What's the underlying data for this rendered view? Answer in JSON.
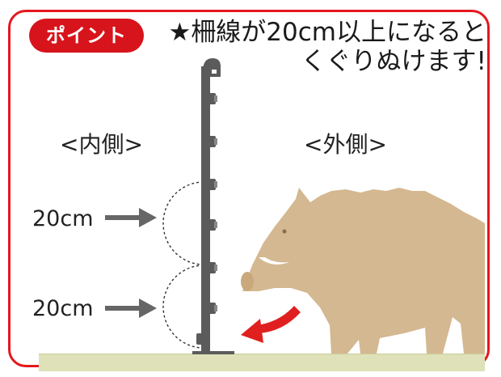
{
  "badge": {
    "label": "ポイント"
  },
  "tip": {
    "line1": "★柵線が20cm以上になると",
    "line2": "くぐりぬけます!"
  },
  "sides": {
    "inside": "<内側>",
    "outside": "<外側>"
  },
  "measurements": [
    {
      "label": "20cm"
    },
    {
      "label": "20cm"
    }
  ],
  "colors": {
    "accent": "#e5181e",
    "post": "#5b5b5b",
    "boar": "#d4b891",
    "ground": "#dfe2b8",
    "arrow_gray": "#666666",
    "motion_arrow": "#e0201f"
  }
}
